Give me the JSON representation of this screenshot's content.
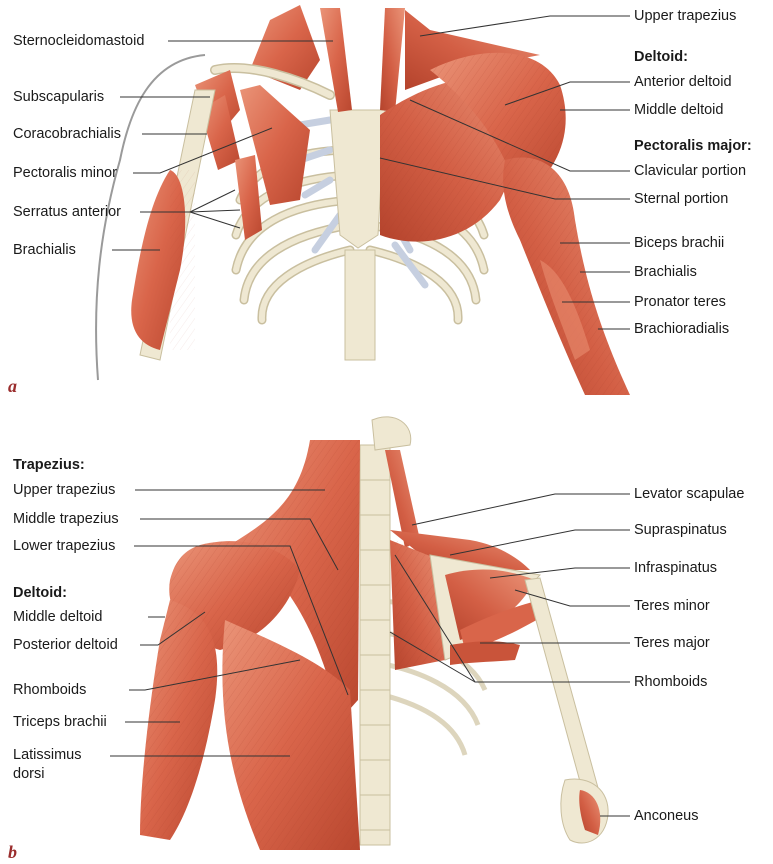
{
  "panels": {
    "a": {
      "letter": "a",
      "left": {
        "sternocleidomastoid": "Sternocleidomastoid",
        "subscapularis": "Subscapularis",
        "coracobrachialis": "Coracobrachialis",
        "pectoralis_minor": "Pectoralis minor",
        "serratus_anterior": "Serratus anterior",
        "brachialis": "Brachialis"
      },
      "right": {
        "upper_trapezius": "Upper trapezius",
        "deltoid_heading": "Deltoid:",
        "anterior_deltoid": "Anterior deltoid",
        "middle_deltoid": "Middle deltoid",
        "pectoralis_major_heading": "Pectoralis major:",
        "clavicular_portion": "Clavicular portion",
        "sternal_portion": "Sternal portion",
        "biceps_brachii": "Biceps brachii",
        "brachialis": "Brachialis",
        "pronator_teres": "Pronator teres",
        "brachioradialis": "Brachioradialis"
      }
    },
    "b": {
      "letter": "b",
      "left": {
        "trapezius_heading": "Trapezius:",
        "upper_trapezius": "Upper trapezius",
        "middle_trapezius": "Middle trapezius",
        "lower_trapezius": "Lower trapezius",
        "deltoid_heading": "Deltoid:",
        "middle_deltoid": "Middle deltoid",
        "posterior_deltoid": "Posterior deltoid",
        "rhomboids": "Rhomboids",
        "triceps_brachii": "Triceps brachii",
        "latissimus_line1": "Latissimus",
        "latissimus_line2": "dorsi"
      },
      "right": {
        "levator_scapulae": "Levator scapulae",
        "supraspinatus": "Supraspinatus",
        "infraspinatus": "Infraspinatus",
        "teres_minor": "Teres minor",
        "teres_major": "Teres major",
        "rhomboids": "Rhomboids",
        "anconeus": "Anconeus"
      }
    }
  },
  "colors": {
    "muscle": "#d9654a",
    "muscle_light": "#e98a6c",
    "muscle_dark": "#b9472f",
    "bone": "#efe8d2",
    "bone_edge": "#c9bf9f",
    "cartilage": "#c6cfe0",
    "leader_line": "#333333",
    "panel_letter": "#9a2d2d"
  }
}
